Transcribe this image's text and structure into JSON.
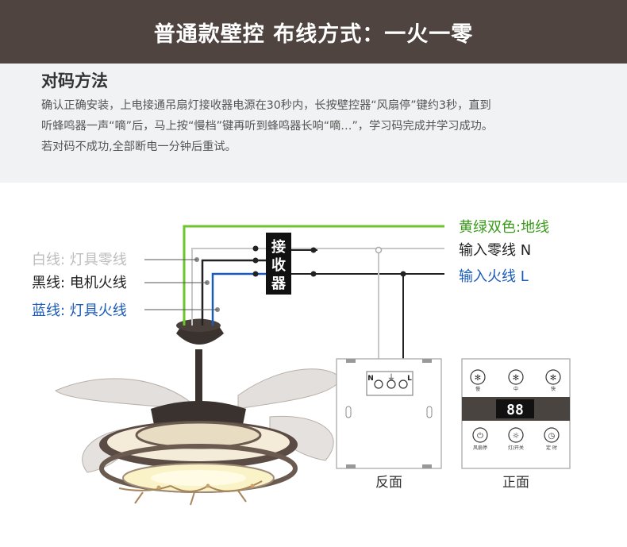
{
  "header": {
    "title": "普通款壁控 布线方式：一火一零"
  },
  "section": {
    "heading": "对码方法",
    "lines": [
      "确认正确安装，上电接通吊扇灯接收器电源在30秒内，长按壁控器“风扇停”键约3秒，直到",
      "听蜂鸣器一声“嘀”后，马上按“慢档”键再听到蜂鸣器长响“嘀…”，学习码完成并学习成功。",
      "若对码不成功,全部断电一分钟后重试。"
    ]
  },
  "diagram": {
    "left_labels": {
      "white": "白线: 灯具零线",
      "black": "黑线: 电机火线",
      "blue": "蓝线: 灯具火线"
    },
    "receiver": "接收器",
    "right_labels": {
      "earth": "黄绿双色:地线",
      "neutral": "输入零线 N",
      "live": "输入火线 L"
    },
    "back_panel": {
      "caption": "反面",
      "terminals": [
        "N",
        "⏚",
        "L"
      ]
    },
    "front_panel": {
      "caption": "正面",
      "display": "88",
      "buttons": [
        "慢",
        "中",
        "快",
        "风扇停",
        "灯/开关",
        "定 时"
      ]
    },
    "colors": {
      "earth": "#6cc52b",
      "white": "#c8c8c8",
      "black": "#222222",
      "blue": "#1a5bb8",
      "header_bg": "#4f4440",
      "info_bg": "#f0f2f3"
    }
  }
}
